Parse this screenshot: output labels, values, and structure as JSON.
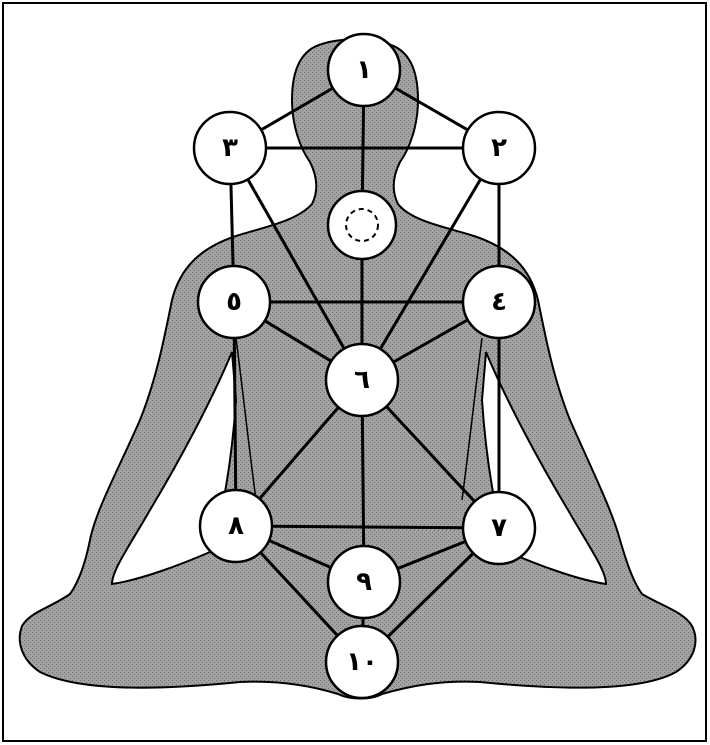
{
  "colors": {
    "background": "#ffffff",
    "figure_fill": "#9a9a9a",
    "inner_fill": "#c9c9c9",
    "line": "#000000",
    "node_fill": "#ffffff"
  },
  "nodes": [
    {
      "id": "n1",
      "label": "١"
    },
    {
      "id": "n2",
      "label": "٢"
    },
    {
      "id": "n3",
      "label": "٣"
    },
    {
      "id": "n4",
      "label": "٤"
    },
    {
      "id": "n5",
      "label": "٥"
    },
    {
      "id": "n6",
      "label": "٦"
    },
    {
      "id": "n7",
      "label": "٧"
    },
    {
      "id": "n8",
      "label": "٨"
    },
    {
      "id": "n9",
      "label": "٩"
    },
    {
      "id": "n10",
      "label": "١٠"
    },
    {
      "id": "hidden",
      "label": ""
    }
  ],
  "edges": [
    [
      "n1",
      "n2"
    ],
    [
      "n1",
      "n3"
    ],
    [
      "n1",
      "hidden"
    ],
    [
      "n2",
      "n3"
    ],
    [
      "n2",
      "n4"
    ],
    [
      "n3",
      "n5"
    ],
    [
      "n2",
      "n6"
    ],
    [
      "n3",
      "n6"
    ],
    [
      "hidden",
      "n6"
    ],
    [
      "n4",
      "n5"
    ],
    [
      "n4",
      "n6"
    ],
    [
      "n5",
      "n6"
    ],
    [
      "n4",
      "n7"
    ],
    [
      "n5",
      "n8"
    ],
    [
      "n6",
      "n7"
    ],
    [
      "n6",
      "n8"
    ],
    [
      "n6",
      "n9"
    ],
    [
      "n7",
      "n8"
    ],
    [
      "n7",
      "n9"
    ],
    [
      "n8",
      "n9"
    ],
    [
      "n7",
      "n10"
    ],
    [
      "n8",
      "n10"
    ],
    [
      "n9",
      "n10"
    ]
  ]
}
